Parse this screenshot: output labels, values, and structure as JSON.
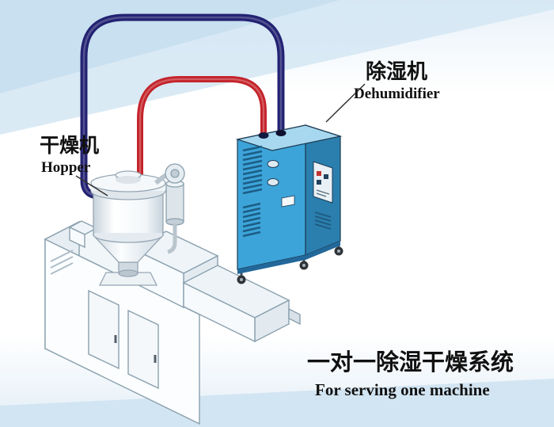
{
  "labels": {
    "hopper": {
      "cn": "干燥机",
      "en": "Hopper"
    },
    "dehumidifier": {
      "cn": "除湿机",
      "en": "Dehumidifier"
    },
    "caption": {
      "cn": "一对一除湿干燥系统",
      "en": "For serving one machine"
    }
  },
  "colors": {
    "pipe_red": "#c4242b",
    "pipe_navy": "#232272",
    "cabinet_front": "#3da4d9",
    "cabinet_side": "#2b7fae",
    "cabinet_top": "#a8d8ef",
    "text": "#111111"
  },
  "components": [
    "hopper-dryer",
    "dehumidifier",
    "extruder-machine",
    "return-air-pipe-red",
    "dry-air-pipe-blue"
  ]
}
